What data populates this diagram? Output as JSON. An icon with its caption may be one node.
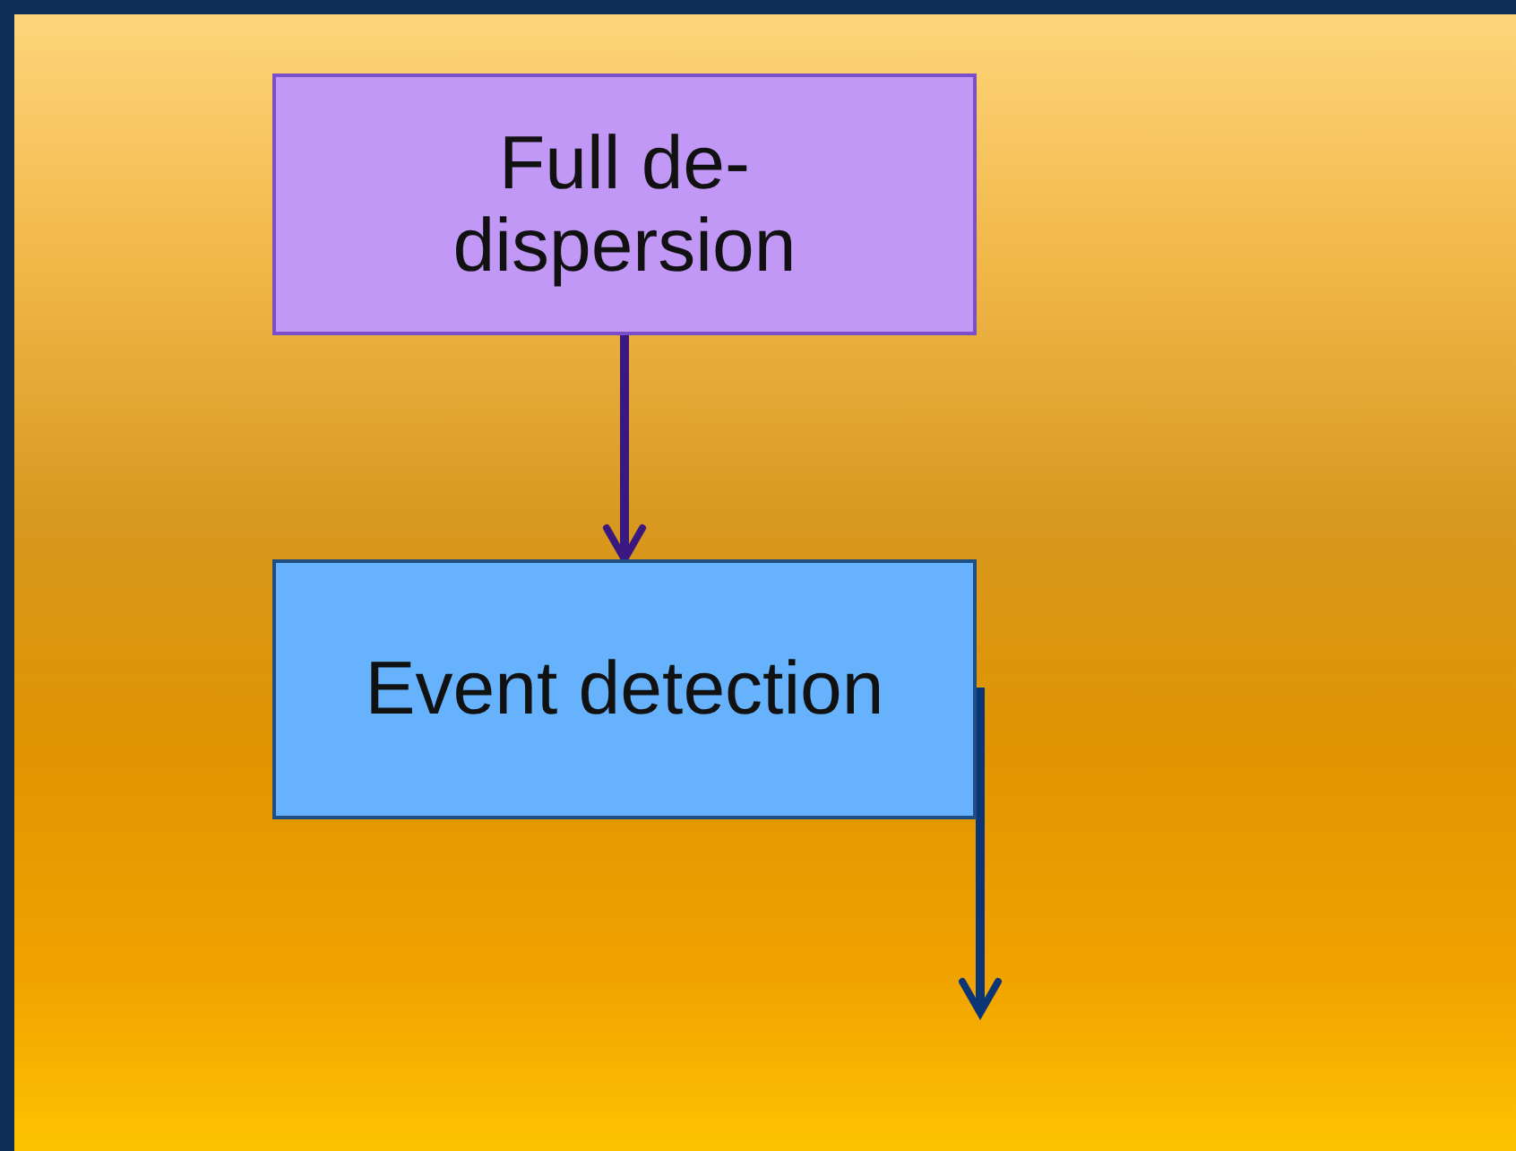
{
  "diagram": {
    "nodes": [
      {
        "text": [
          "Full de-dispersion"
        ]
      },
      {
        "text": [
          "Event detection"
        ]
      }
    ],
    "edges": [
      {
        "from": 0,
        "to": 1,
        "arrow": "to",
        "color": "#3b1780"
      },
      {
        "from": 1,
        "to": null,
        "arrow": "to",
        "color": "#0b3575"
      }
    ]
  }
}
